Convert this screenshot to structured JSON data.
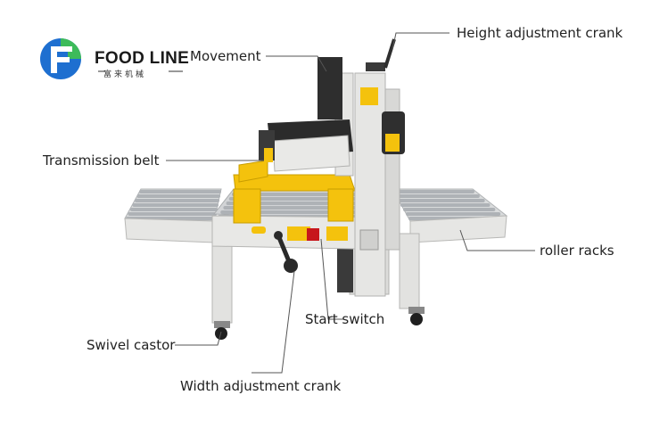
{
  "logo": {
    "brand_name": "FOOD LINE",
    "brand_chinese": "富来机械",
    "colors": {
      "blue": "#1e6fd0",
      "green": "#3dbb5a"
    }
  },
  "labels": {
    "movement": "Movement",
    "height_crank": "Height adjustment crank",
    "transmission_belt": "Transmission belt",
    "roller_racks": "roller racks",
    "start_switch": "Start switch",
    "swivel_castor": "Swivel castor",
    "width_crank": "Width adjustment crank"
  },
  "colors": {
    "frame": "#e4e4e2",
    "yellow": "#f4c20d",
    "roller": "#c9cdd1",
    "dark": "#2b2b2b",
    "callout_line": "#555555"
  }
}
